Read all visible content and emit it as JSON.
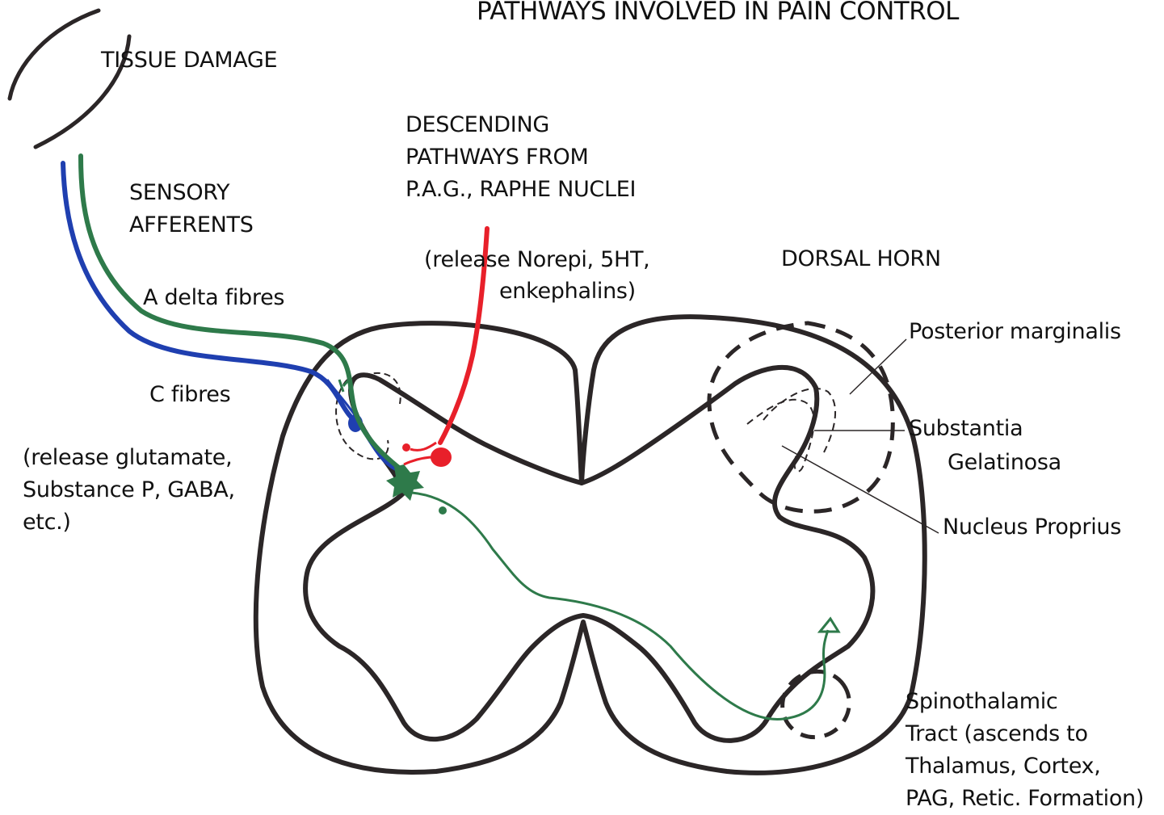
{
  "title": "PATHWAYS INVOLVED IN PAIN CONTROL",
  "labels": {
    "tissue_damage": "TISSUE DAMAGE",
    "sensory_afferents": [
      "SENSORY",
      "AFFERENTS"
    ],
    "a_delta_fibres": "A delta fibres",
    "c_fibres": "C fibres",
    "afferent_release": [
      "(release glutamate,",
      "Substance P, GABA,",
      "etc.)"
    ],
    "descending": [
      "DESCENDING",
      "PATHWAYS FROM",
      "P.A.G., RAPHE NUCLEI"
    ],
    "descending_release": [
      "(release Norepi, 5HT,",
      "enkephalins)"
    ],
    "dorsal_horn": "DORSAL HORN",
    "posterior_marginalis": "Posterior marginalis",
    "substantia_gelatinosa": [
      "Substantia",
      "Gelatinosa"
    ],
    "nucleus_proprius": "Nucleus Proprius",
    "spinothalamic": [
      "Spinothalamic",
      "Tract (ascends to",
      "Thalamus, Cortex,",
      "PAG, Retic. Formation)"
    ]
  },
  "colors": {
    "outline": "#2b2627",
    "a_delta_fibre": "#2e7a4a",
    "c_fibre": "#1f3fb0",
    "descending_fibre": "#e8202a",
    "text": "#111111"
  }
}
